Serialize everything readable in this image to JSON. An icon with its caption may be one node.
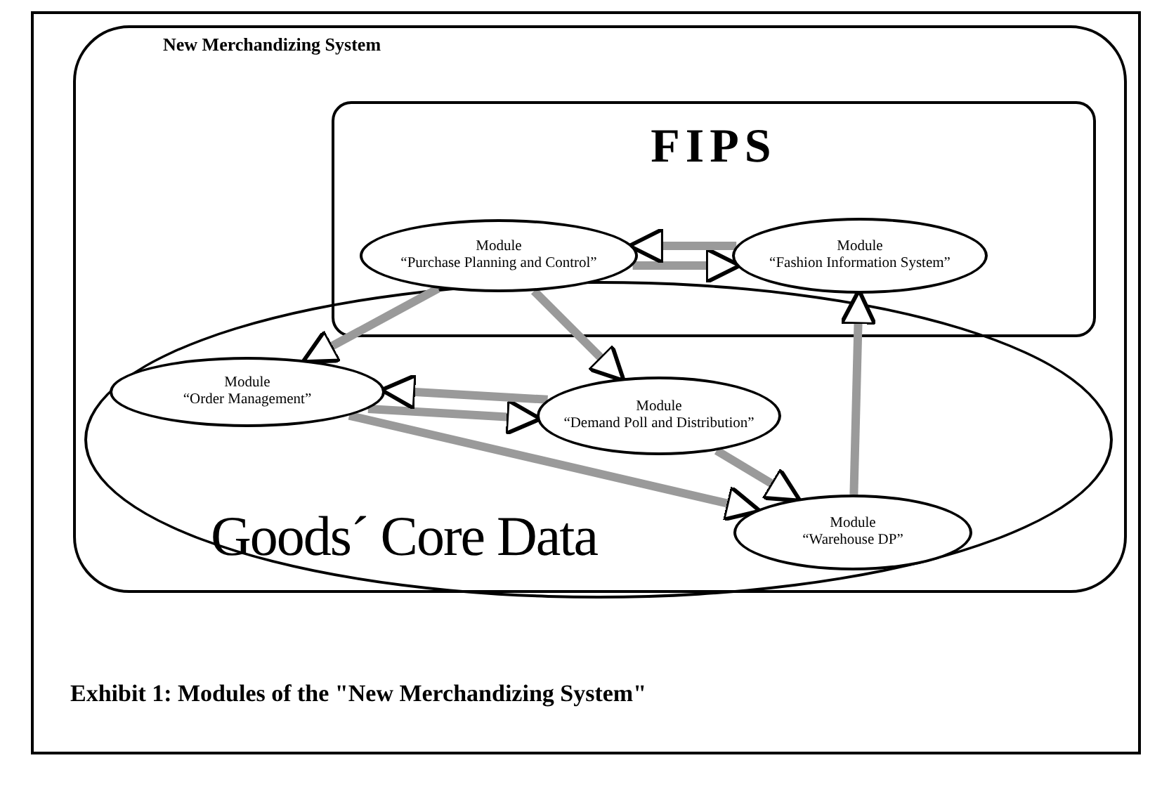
{
  "diagram": {
    "caption": "Exhibit 1: Modules of the \"New Merchandizing System\"",
    "nodes": [
      {
        "text": [
          "New Merchandizing System"
        ]
      },
      {
        "text": [
          "FIPS"
        ],
        "in": 0
      },
      {
        "text": [
          "Goods´ Core Data"
        ],
        "in": 0
      },
      {
        "text": [
          "Module",
          "“Purchase Planning and Control”"
        ],
        "in": 1
      },
      {
        "text": [
          "Module",
          "“Fashion Information System”"
        ],
        "in": 1
      },
      {
        "text": [
          "Module",
          "“Order Management”"
        ],
        "in": 2
      },
      {
        "text": [
          "Module",
          "“Demand Poll and Distribution”"
        ],
        "in": 2
      },
      {
        "text": [
          "Module",
          "“Warehouse DP”"
        ],
        "in": 2
      }
    ],
    "edges": [
      {
        "from": 3,
        "to": 4,
        "arrow": "to"
      },
      {
        "from": 4,
        "to": 3,
        "arrow": "to"
      },
      {
        "from": 3,
        "to": 5,
        "arrow": "to"
      },
      {
        "from": 3,
        "to": 6,
        "arrow": "to"
      },
      {
        "from": 5,
        "to": 6,
        "arrow": "to"
      },
      {
        "from": 6,
        "to": 5,
        "arrow": "to"
      },
      {
        "from": 5,
        "to": 7,
        "arrow": "to"
      },
      {
        "from": 6,
        "to": 7,
        "arrow": "to"
      },
      {
        "from": 7,
        "to": 4,
        "arrow": "to"
      }
    ]
  }
}
